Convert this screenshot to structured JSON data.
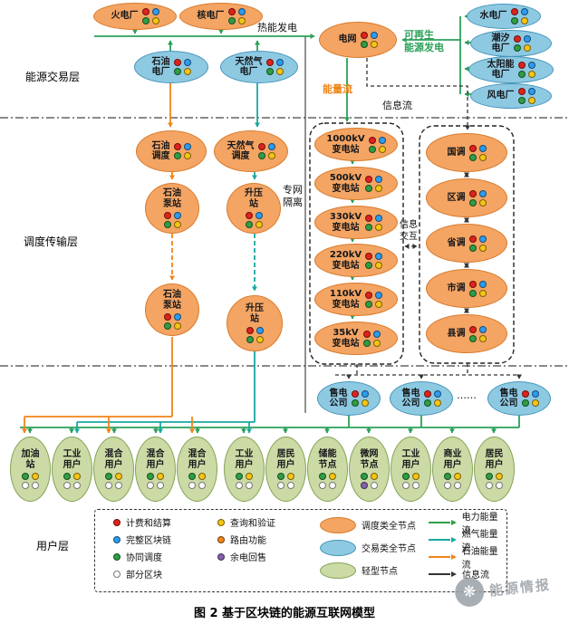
{
  "layers": {
    "trading": "能源交易层",
    "dispatch": "调度传输层",
    "user": "用户层"
  },
  "flow_labels": {
    "thermal_gen": "热能发电",
    "renewable_gen": "可再生\n能源发电",
    "energy_flow": "能量流",
    "info_flow": "信息流",
    "private_net": "专网\n隔离",
    "info_exchange": "信息\n交互",
    "ellipsis": "……"
  },
  "colors": {
    "red": "#e0221c",
    "blue": "#2d9bf0",
    "green": "#2e9e44",
    "yellow": "#f6c514",
    "orange": "#f08519",
    "purple": "#8461a9",
    "white": "#ffffff",
    "teal": "#18a8a0",
    "black": "#333333"
  },
  "nodes": [
    {
      "id": "thermal-plant",
      "type": "orange",
      "label": "火电厂",
      "dots": [
        "red",
        "blue",
        "green",
        "yellow"
      ]
    },
    {
      "id": "nuclear-plant",
      "type": "orange",
      "label": "核电厂",
      "dots": [
        "red",
        "blue",
        "green",
        "yellow"
      ]
    },
    {
      "id": "power-grid",
      "type": "orange",
      "label": "电网",
      "dots": [
        "red",
        "blue",
        "green",
        "yellow"
      ]
    },
    {
      "id": "hydro-plant",
      "type": "blue",
      "label": "水电厂",
      "dots": [
        "red",
        "blue",
        "green",
        "yellow"
      ]
    },
    {
      "id": "tidal-plant",
      "type": "blue",
      "label": "潮汐\n电厂",
      "dots": [
        "red",
        "blue",
        "green",
        "yellow"
      ]
    },
    {
      "id": "solar-plant",
      "type": "blue",
      "label": "太阳能\n电厂",
      "dots": [
        "red",
        "blue",
        "green",
        "yellow"
      ]
    },
    {
      "id": "wind-plant",
      "type": "blue",
      "label": "风电厂",
      "dots": [
        "red",
        "blue",
        "green",
        "yellow"
      ]
    },
    {
      "id": "oil-plant",
      "type": "blue",
      "label": "石油\n电厂",
      "dots": [
        "red",
        "blue",
        "green",
        "yellow"
      ]
    },
    {
      "id": "gas-plant",
      "type": "blue",
      "label": "天然气\n电厂",
      "dots": [
        "red",
        "blue",
        "green",
        "yellow"
      ]
    },
    {
      "id": "oil-dispatch",
      "type": "orange",
      "label": "石油\n调度",
      "dots": [
        "red",
        "blue",
        "green",
        "yellow"
      ]
    },
    {
      "id": "gas-dispatch",
      "type": "orange",
      "label": "天然气\n调度",
      "dots": [
        "red",
        "blue",
        "green",
        "yellow"
      ]
    },
    {
      "id": "oil-pump-1",
      "type": "orange",
      "label": "石油\n泵站",
      "dots": [
        "red",
        "blue",
        "green",
        "yellow"
      ]
    },
    {
      "id": "boost-station-1",
      "type": "orange",
      "label": "升压\n站",
      "dots": [
        "red",
        "blue",
        "green",
        "yellow"
      ]
    },
    {
      "id": "oil-pump-2",
      "type": "orange",
      "label": "石油\n泵站",
      "dots": [
        "red",
        "blue",
        "green",
        "yellow"
      ]
    },
    {
      "id": "boost-station-2",
      "type": "orange",
      "label": "升压\n站",
      "dots": [
        "red",
        "blue",
        "green",
        "yellow"
      ]
    },
    {
      "id": "substation-1000kv",
      "type": "orange",
      "label": "1000kV\n变电站",
      "dots": [
        "red",
        "blue",
        "green",
        "yellow"
      ]
    },
    {
      "id": "substation-500kv",
      "type": "orange",
      "label": "500kV\n变电站",
      "dots": [
        "red",
        "blue",
        "green",
        "yellow"
      ]
    },
    {
      "id": "substation-330kv",
      "type": "orange",
      "label": "330kV\n变电站",
      "dots": [
        "red",
        "blue",
        "green",
        "yellow"
      ]
    },
    {
      "id": "substation-220kv",
      "type": "orange",
      "label": "220kV\n变电站",
      "dots": [
        "red",
        "blue",
        "green",
        "yellow"
      ]
    },
    {
      "id": "substation-110kv",
      "type": "orange",
      "label": "110kV\n变电站",
      "dots": [
        "red",
        "blue",
        "green",
        "yellow"
      ]
    },
    {
      "id": "substation-35kv",
      "type": "orange",
      "label": "35kV\n变电站",
      "dots": [
        "red",
        "blue",
        "green",
        "yellow"
      ]
    },
    {
      "id": "dispatch-national",
      "type": "orange",
      "label": "国调",
      "dots": [
        "red",
        "blue",
        "green",
        "yellow"
      ]
    },
    {
      "id": "dispatch-regional",
      "type": "orange",
      "label": "区调",
      "dots": [
        "red",
        "blue",
        "green",
        "yellow"
      ]
    },
    {
      "id": "dispatch-provincial",
      "type": "orange",
      "label": "省调",
      "dots": [
        "red",
        "blue",
        "green",
        "yellow"
      ]
    },
    {
      "id": "dispatch-city",
      "type": "orange",
      "label": "市调",
      "dots": [
        "red",
        "blue",
        "green",
        "yellow"
      ]
    },
    {
      "id": "dispatch-county",
      "type": "orange",
      "label": "县调",
      "dots": [
        "red",
        "blue",
        "green",
        "yellow"
      ]
    },
    {
      "id": "retailer-1",
      "type": "blue",
      "label": "售电\n公司",
      "dots": [
        "red",
        "blue",
        "green",
        "yellow"
      ]
    },
    {
      "id": "retailer-2",
      "type": "blue",
      "label": "售电\n公司",
      "dots": [
        "red",
        "blue",
        "green",
        "yellow"
      ]
    },
    {
      "id": "retailer-3",
      "type": "blue",
      "label": "售电\n公司",
      "dots": [
        "red",
        "blue",
        "green",
        "yellow"
      ]
    },
    {
      "id": "gas-station-user",
      "type": "green",
      "label": "加油\n站",
      "dots": [
        "green",
        "yellow",
        "white",
        "white"
      ]
    },
    {
      "id": "industrial-user-1",
      "type": "green",
      "label": "工业\n用户",
      "dots": [
        "green",
        "yellow",
        "white",
        "white"
      ]
    },
    {
      "id": "mixed-user-1",
      "type": "green",
      "label": "混合\n用户",
      "dots": [
        "green",
        "yellow",
        "white",
        "white"
      ]
    },
    {
      "id": "mixed-user-2",
      "type": "green",
      "label": "混合\n用户",
      "dots": [
        "green",
        "yellow",
        "white",
        "white"
      ]
    },
    {
      "id": "mixed-user-3",
      "type": "green",
      "label": "混合\n用户",
      "dots": [
        "green",
        "yellow",
        "white",
        "white"
      ]
    },
    {
      "id": "industrial-user-2",
      "type": "green",
      "label": "工业\n用户",
      "dots": [
        "green",
        "yellow",
        "white",
        "white"
      ]
    },
    {
      "id": "resident-user-1",
      "type": "green",
      "label": "居民\n用户",
      "dots": [
        "green",
        "yellow",
        "white",
        "white"
      ]
    },
    {
      "id": "storage-node",
      "type": "green",
      "label": "储能\n节点",
      "dots": [
        "green",
        "yellow",
        "white",
        "white"
      ]
    },
    {
      "id": "microgrid-node",
      "type": "green",
      "label": "微网\n节点",
      "dots": [
        "green",
        "yellow",
        "purple",
        "white"
      ]
    },
    {
      "id": "industrial-user-3",
      "type": "green",
      "label": "工业\n用户",
      "dots": [
        "green",
        "yellow",
        "white",
        "white"
      ]
    },
    {
      "id": "commercial-user",
      "type": "green",
      "label": "商业\n用户",
      "dots": [
        "green",
        "yellow",
        "white",
        "white"
      ]
    },
    {
      "id": "resident-user-2",
      "type": "green",
      "label": "居民\n用户",
      "dots": [
        "green",
        "yellow",
        "white",
        "white"
      ]
    }
  ],
  "legend": {
    "dots": [
      {
        "label": "计费和结算",
        "color": "red"
      },
      {
        "label": "完整区块链",
        "color": "blue"
      },
      {
        "label": "协同调度",
        "color": "green"
      },
      {
        "label": "部分区块",
        "color": "white"
      },
      {
        "label": "查询和验证",
        "color": "yellow"
      },
      {
        "label": "路由功能",
        "color": "orange"
      },
      {
        "label": "余电回售",
        "color": "purple"
      }
    ],
    "node_types": [
      {
        "label": "调度类全节点",
        "type": "orange"
      },
      {
        "label": "交易类全节点",
        "type": "blue"
      },
      {
        "label": "轻型节点",
        "type": "green"
      }
    ],
    "flows": [
      {
        "label": "电力能量流",
        "color": "green"
      },
      {
        "label": "燃气能量流",
        "color": "teal"
      },
      {
        "label": "石油能量流",
        "color": "orange"
      },
      {
        "label": "信息流",
        "color": "black"
      }
    ]
  },
  "caption": "图 2  基于区块链的能源互联网模型",
  "watermark": "能源情报"
}
